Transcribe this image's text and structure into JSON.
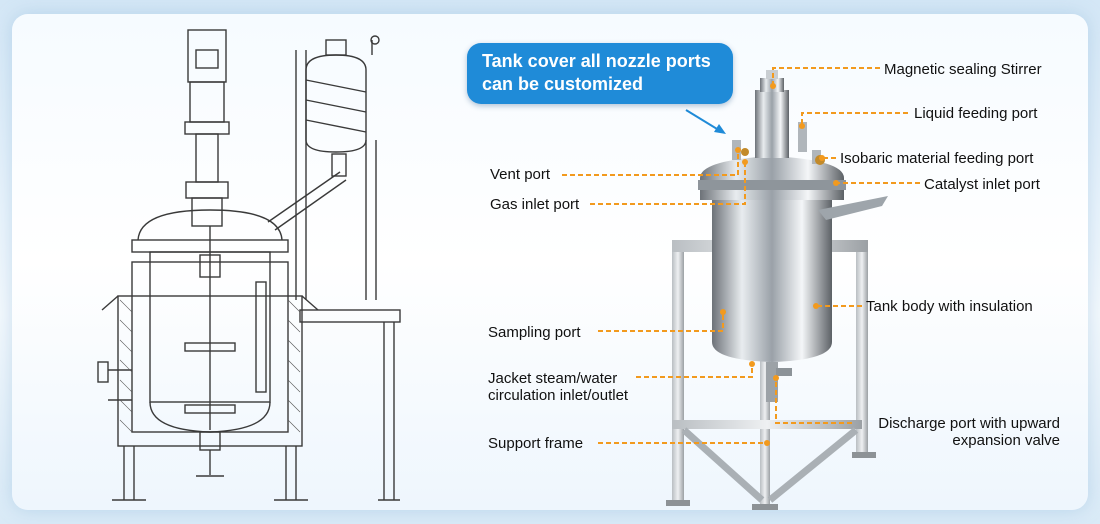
{
  "callout": {
    "line1": "Tank cover all nozzle ports",
    "line2": "can be customized"
  },
  "labels_left": {
    "vent_port": "Vent port",
    "gas_inlet_port": "Gas inlet port",
    "sampling_port": "Sampling port",
    "jacket_line1": "Jacket steam/water",
    "jacket_line2": "circulation inlet/outlet",
    "support_frame": "Support frame"
  },
  "labels_right": {
    "magnetic_stirrer": "Magnetic sealing Stirrer",
    "liquid_feeding": "Liquid feeding port",
    "isobaric_feeding": "Isobaric material feeding port",
    "catalyst_inlet": "Catalyst inlet port",
    "tank_body": "Tank body with insulation",
    "discharge_line1": "Discharge port with upward",
    "discharge_line2": "expansion valve"
  },
  "colors": {
    "leader_line": "#f29a1e",
    "callout_bg": "#1f8bd8",
    "drawing_line": "#3a3a3a"
  }
}
